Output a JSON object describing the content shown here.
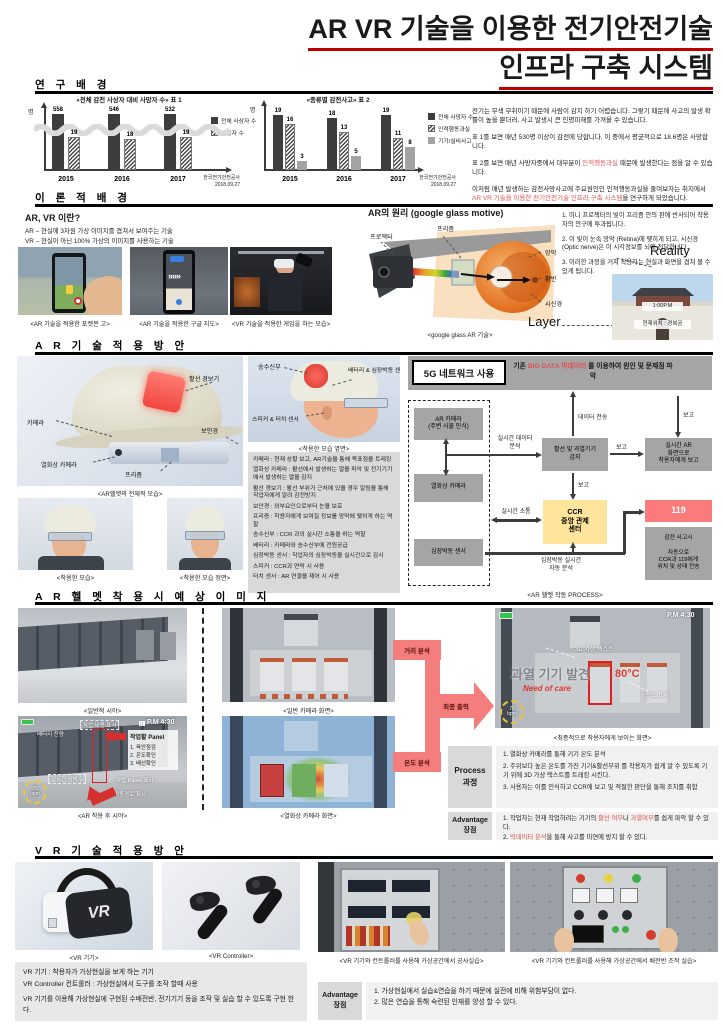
{
  "title": {
    "line1": "AR VR 기술을 이용한 전기안전기술",
    "line2": "인프라 구축 시스템"
  },
  "sections": {
    "research": "연 구  배 경",
    "theory": "이 론 적  배 경",
    "ar": "A R  기 술  적 용  방 안",
    "expected": "A R  헬 멧  착 용 시  예 상  이 미 지",
    "vr": "V R  기 술  적 용  방 안"
  },
  "research": {
    "p1": "전기는 무색 무취이기 때문에 사람이 감지 하기 어렵습니다. 그렇기 때문에 사고의 발생 확률이 높을 뿐더러, 사고 발생시 큰 인명피해를 가져올 수 있습니다.",
    "p2": "표 1를 보면 매년 530명 이상이 감전에 당합니다. 이 중에서 평균적으로 18.6명은 사망합니다.",
    "p3_pre": "표 2를 보면 매년 사망자중에서 대부분이 ",
    "p3_red": "인적행동과실",
    "p3_post": " 때문에 발생한다는 점을 알 수 있습니다.",
    "p4_pre": "이처럼 매년 발생하는 감전사망사고에 주요원인인 인적행동과실을 줄여보자는 취지에서 ",
    "p4_red": "AR VR 기술을 이용한 전기안전기술 인프라 구축 시스템",
    "p4_post": "을 연구하게 되었습니다."
  },
  "chart_data": [
    {
      "type": "bar",
      "title": "«전체 감전 사상자 대비 사망자 수» 표 1",
      "ylabel": "명",
      "categories": [
        "2015",
        "2016",
        "2017"
      ],
      "series": [
        {
          "name": "전체 사상자 수",
          "style": "solid",
          "values": [
            558,
            546,
            532
          ]
        },
        {
          "name": "사망자 수",
          "style": "hatch",
          "values": [
            19,
            18,
            19
          ]
        }
      ],
      "axis_break": true,
      "grid": false,
      "legend_position": "right",
      "source": "한국전기안전공사",
      "source_date": "2018.09.27"
    },
    {
      "type": "bar",
      "title": "«종류별 감전사고» 표 2",
      "ylabel": "명",
      "categories": [
        "2015",
        "2016",
        "2017"
      ],
      "series": [
        {
          "name": "전체 사망자 수",
          "style": "solid",
          "values": [
            19,
            18,
            19
          ]
        },
        {
          "name": "인적행동과실",
          "style": "hatch",
          "values": [
            16,
            13,
            11
          ]
        },
        {
          "name": "기기/설비사고",
          "style": "gray",
          "values": [
            3,
            5,
            8
          ]
        }
      ],
      "axis_break": false,
      "grid": false,
      "legend_position": "right",
      "source": "한국전기안전공사",
      "source_date": "2018.09.27"
    }
  ],
  "theory": {
    "q_title": "AR, VR 이란?",
    "ar_def": "AR – 현실에 3차원 가상 이미지를 겹쳐서 보여주는 기술",
    "vr_def": "VR – 현실이 아닌 100% 가상의 이미지를 사용하는 기술",
    "cap_pokemon": "<AR 기술을 적용한 포켓몬 고>",
    "cap_maps": "<AR 기술을 적용한 구글 지도>",
    "cap_vrgame": "<VR 기술을 적용한 게임을 하는 모습>",
    "principle_title": "AR의 원리 (google glass motive)",
    "lbl_projector": "프로젝터",
    "lbl_prism": "프리즘",
    "lbl_retina": "망막",
    "lbl_macula": "황반",
    "lbl_optic": "시신경",
    "cap_glass": "<google glass AR 기술>",
    "step1": "1. 미니 프로젝터의 빛이 프리즘 안의 판에 반사되어 착용자의 안구에 투과됩니다.",
    "step2": "2. 이 빛이 눈속 망막 (Retina)에 맺히게 되고, 시신경 (Optic nerve)은 이 시각정보를 뇌에 전달합니다.",
    "step3": "3. 이러한 과정을 거쳐 착용자는 현실과 화면을 겹쳐 볼 수 있게 됩니다.",
    "lbl_reality": "Reality",
    "lbl_layer": "Layer",
    "ov_time": "1:00P.M",
    "ov_loc": "현재위치 : 경복궁"
  },
  "ar_plan": {
    "lbl_alarm": "활선 경보기",
    "lbl_camera": "카메라",
    "lbl_thermal": "열화상 카메라",
    "lbl_prism": "프리즘",
    "lbl_goggle": "보안경",
    "cap_full": "<AR헬멧의 전체적 모습>",
    "cap_worn": "<착용한 모습>",
    "cap_front": "<착용한 모습 정면>",
    "cap_side": "<착용한 모습 옆면>",
    "lbl_txrx": "송수신부",
    "lbl_battery": "배터리 &\n심장박동 센서",
    "lbl_speaker": "스피커 & 터치 센서",
    "components": [
      "카메라 : 현재 상황 보고, AR기술을 통해 목표점을 트레킹",
      "열화상 카메라 : 활선에서 발생하는 열을 파악 및 전기기기에서 발생하는 열을 감지",
      "활선 경보기 : 활선 부위가 근처에 있을 경우 알림을 통해 작업자에게 알려 감전방지",
      "보안경 : 외부요인으로부터 눈을 보호",
      "프리즘 : 착용자에게 보여질 정보를 망막에 맺히게 하는 역할",
      "송수신부 : CCR 과의 실시간 소통을 하는 역할",
      "배터리 : 카메라와 송수신부에 전원공급",
      "심장박동 센서 : 작업자의 심장박동을 실시간으로 감시",
      "스피커 : CCR과 연락 시 사용",
      "터치 센서 : AR 연결을 제어 시 사용"
    ]
  },
  "flow": {
    "title": "5G 네트워크 사용",
    "sub_pre": "기존 ",
    "sub_red": "BIG DATA 빅데이터",
    "sub_post": " 를 이용하여 원인 및 문제점 파악",
    "node_ar_cam": "AR 카메라\n(주변 사물 인식)",
    "node_thermal": "열화상 카메라",
    "node_heart": "심장박동 센서",
    "node_detect": "활선 및 과열기기\n감지",
    "node_ar_report": "실시간 AR\n화면으로\n착용자에게 보고",
    "node_ccr": "CCR\n중앙 관제\n센터",
    "node_119": "119",
    "node_accident": "감전 사고시\n\n자동으로\nCCR과 119에게\n위치 및 상태 전송",
    "lbl_rt_data": "실시간 데이터\n분석",
    "lbl_data_send": "데이터 전송",
    "lbl_report": "보고",
    "lbl_report2": "보고",
    "lbl_report3": "보고",
    "lbl_rt_comm": "실시간 소통",
    "lbl_heart_auto": "심장박동 실시간\n자동 분석",
    "caption": "<AR 헬멧 작동 PROCESS>"
  },
  "expected": {
    "cap_normal": "<일반적 시야>",
    "cap_ar": "<AR 착용 후 시야>",
    "cap_cam": "<일반 카메라 화면>",
    "cap_thermal": "<열화상 카메라 화면>",
    "cap_final": "<최종적으로 착용자에게 보이는 화면>",
    "ov_battery": "배터리 잔량",
    "ov_time": "P.M 4:30",
    "ov_work_info": "작업 내용 표시",
    "ov_panel_title": "작업할 Panel",
    "ov_check1": "1. 육안점검",
    "ov_check2": "2. 온도확인",
    "ov_check3": "3. 배선확인",
    "ov_heart": "실시간 심박수",
    "ov_bpm_val": "75",
    "ov_bpm_unit": "bpm",
    "ov_panel_mark": "작업 Panel 표시",
    "ov_route": "이동경로 표시",
    "lbl_distance": "거리 분석",
    "lbl_temp": "온도 분석",
    "lbl_final_out": "최종 출력",
    "fin_overheat": "과열 기기 발견",
    "fin_need": "Need of care",
    "fin_temp": "80°C",
    "fin_temp_lbl": "온도 표시",
    "fin_3d": "3D 가상 텍스트",
    "fin_time": "P.M 4:30",
    "process_label": "Process\n과정",
    "process_items": [
      "1.   열화상 카메라를 통해 기기 온도 분석",
      "2.   주위보다 높은 온도를 가진 기기&활선부위 를 착용자가 쉽게 알 수 있도록 기기 위에 3D 가상 텍스트를 트레킹 시킨다.",
      "3.   사용자는 이를 인식하고 CCR에 보고 및 적절한 판단을 통해 조치를 취함"
    ],
    "adv_label": "Advantage\n장점",
    "adv1_pre": "1.   작업자는 현재 작업하려는 기기의 ",
    "adv1_red1": "활선 여부",
    "adv1_mid": "나 ",
    "adv1_red2": "과열여부",
    "adv1_post": "를 쉽게 파악 할 수 있다.",
    "adv2_pre": "2.   ",
    "adv2_red": "빅데이터 분석",
    "adv2_post": "을 통해 사고를 미연에 방지 할 수 있다."
  },
  "vr": {
    "cap_device": "<VR 기기>",
    "cap_controller": "<VR Controller>",
    "desc1": "VR 기기 : 착용자가 가상현실을 보게 하는 기기",
    "desc2": "VR Controller 컨트롤러 : 가상현실에서 도구를 조작 할때 사용",
    "desc3": "VR 기기를 이용해 가상현실에 구현된 수배전반, 전기기기 등을 조작 및 실습 할 수 있도록 구현 한다.",
    "cap_practice1": "<VR 기기와 컨트롤러를 사용해 가상공간에서 공사실습>",
    "cap_practice2": "<VR 기기와 컨트롤러를 사용해 가상공간에서 배전반 조작 실습>",
    "adv_label": "Advantage\n장점",
    "adv_items": [
      "1.   가상현실에서 실습&연습을 하기 때문에 실전에 비해 위험부담이 없다.",
      "2.   많은 연습을 통해 숙련된 인재를 양성 할 수 있다."
    ]
  }
}
